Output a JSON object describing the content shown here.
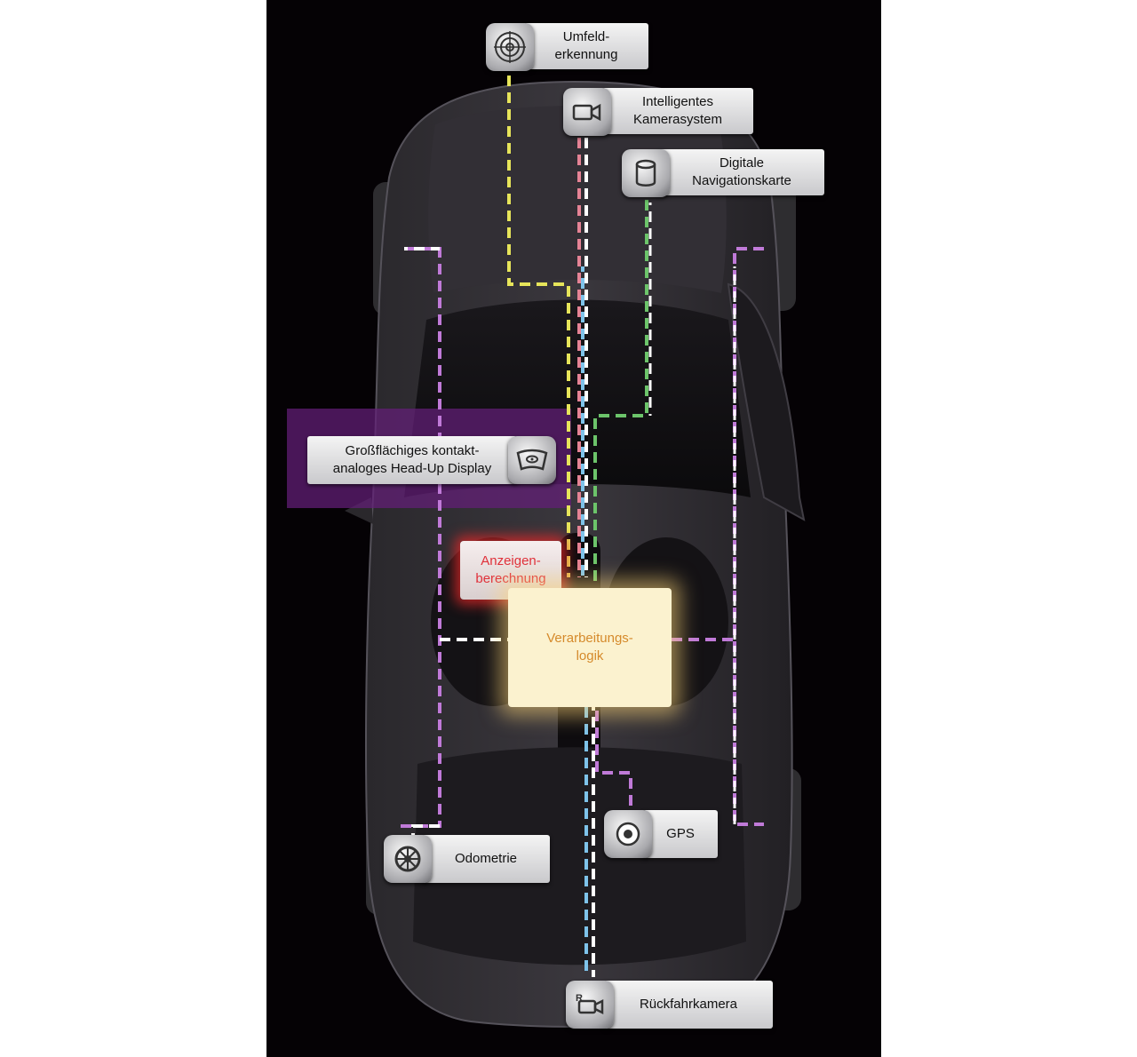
{
  "labels": {
    "umfeld": "Umfeld-\nerkennung",
    "kamera": "Intelligentes\nKamerasystem",
    "navi": "Digitale\nNavigationskarte",
    "hud": "Großflächiges kontakt-\nanaloges Head-Up Display",
    "anzeige": "Anzeigen-\nberechnung",
    "logik": "Verarbeitungs-\nlogik",
    "gps": "GPS",
    "odometrie": "Odometrie",
    "rueckfahr": "Rückfahrkamera"
  },
  "icons": {
    "umfeld": "radar-icon",
    "kamera": "camera-icon",
    "navi": "database-icon",
    "hud": "windshield-display-icon",
    "gps": "gps-target-icon",
    "odometrie": "wheel-icon",
    "rueckfahr": "rear-camera-icon",
    "rueckfahr_letter": "R"
  },
  "colors": {
    "background": "#050205",
    "line_yellow": "#e7e55a",
    "line_red": "#e58395",
    "line_white": "#ffffff",
    "line_green": "#6cc46a",
    "line_blue": "#7ec3ea",
    "line_violet": "#c07ad8",
    "logic_text": "#d58a2b",
    "anzeige_text": "#e0303a",
    "hud_band": "#64287a"
  }
}
